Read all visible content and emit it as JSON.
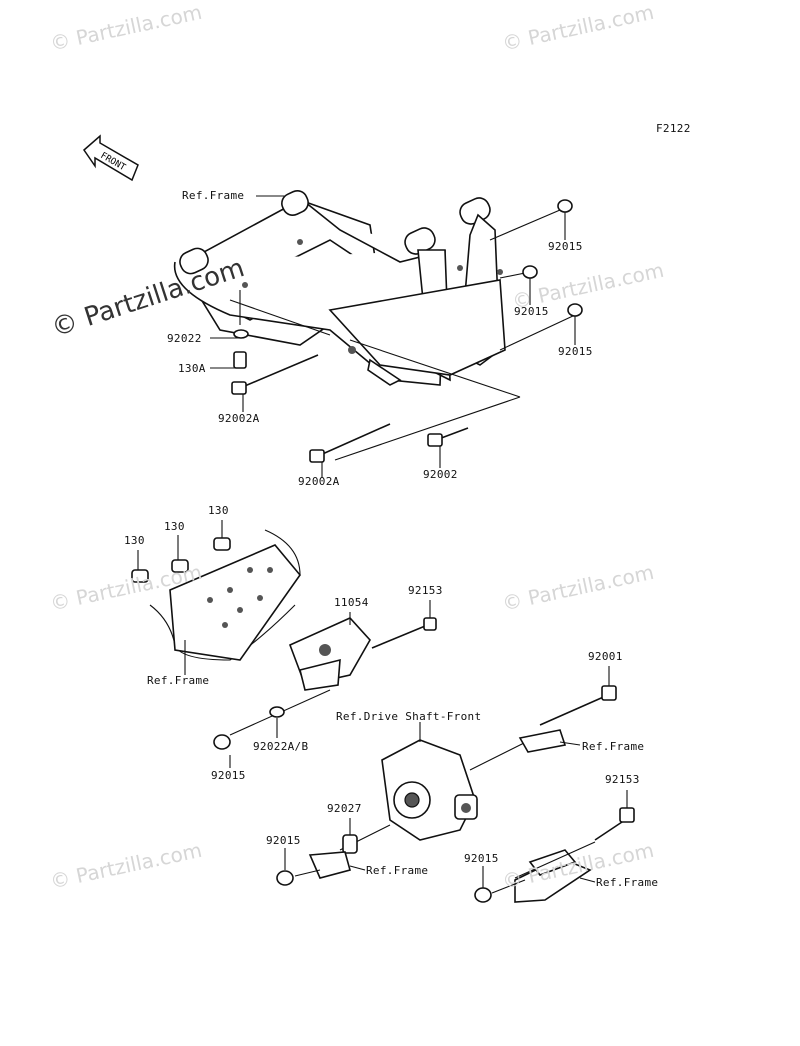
{
  "figure_code": "F2122",
  "front_marker": "FRONT",
  "watermarks": {
    "small_text": "© Partzilla.com",
    "big_text": "© Partzilla.com"
  },
  "labels": {
    "ref_frame_top": "Ref.Frame",
    "p92015_a": "92015",
    "p92015_b": "92015",
    "p92015_c": "92015",
    "p92022": "92022",
    "p130a": "130A",
    "p92002a_left": "92002A",
    "p92002a_mid": "92002A",
    "p92002": "92002",
    "p130_a": "130",
    "p130_b": "130",
    "p130_c": "130",
    "p11054": "11054",
    "p92153_top": "92153",
    "ref_frame_mid": "Ref.Frame",
    "p92001": "92001",
    "ref_drive_shaft": "Ref.Drive Shaft-Front",
    "ref_frame_right": "Ref.Frame",
    "p92022ab": "92022A/B",
    "p92015_d": "92015",
    "p92027": "92027",
    "p92153_bot": "92153",
    "p92015_e": "92015",
    "ref_frame_low": "Ref.Frame",
    "p92015_f": "92015",
    "ref_frame_bot": "Ref.Frame"
  }
}
